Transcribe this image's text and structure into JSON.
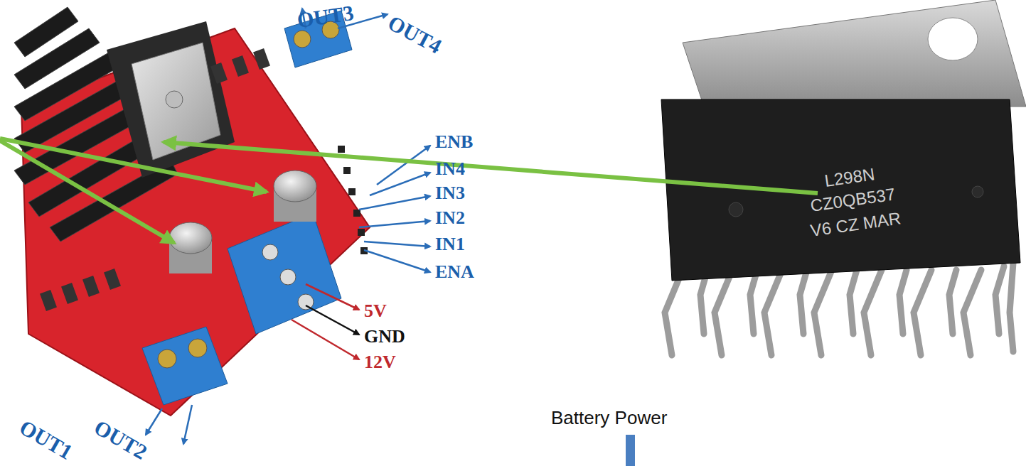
{
  "diagram": {
    "labels": [
      "OUT3",
      "OUT4",
      "ENB",
      "IN4",
      "IN3",
      "IN2",
      "IN1",
      "ENA",
      "5V",
      "GND",
      "12V",
      "OUT1",
      "OUT2",
      "Battery Power",
      "L298N",
      "CZ0QB537",
      "V6 CZ MAR"
    ]
  }
}
